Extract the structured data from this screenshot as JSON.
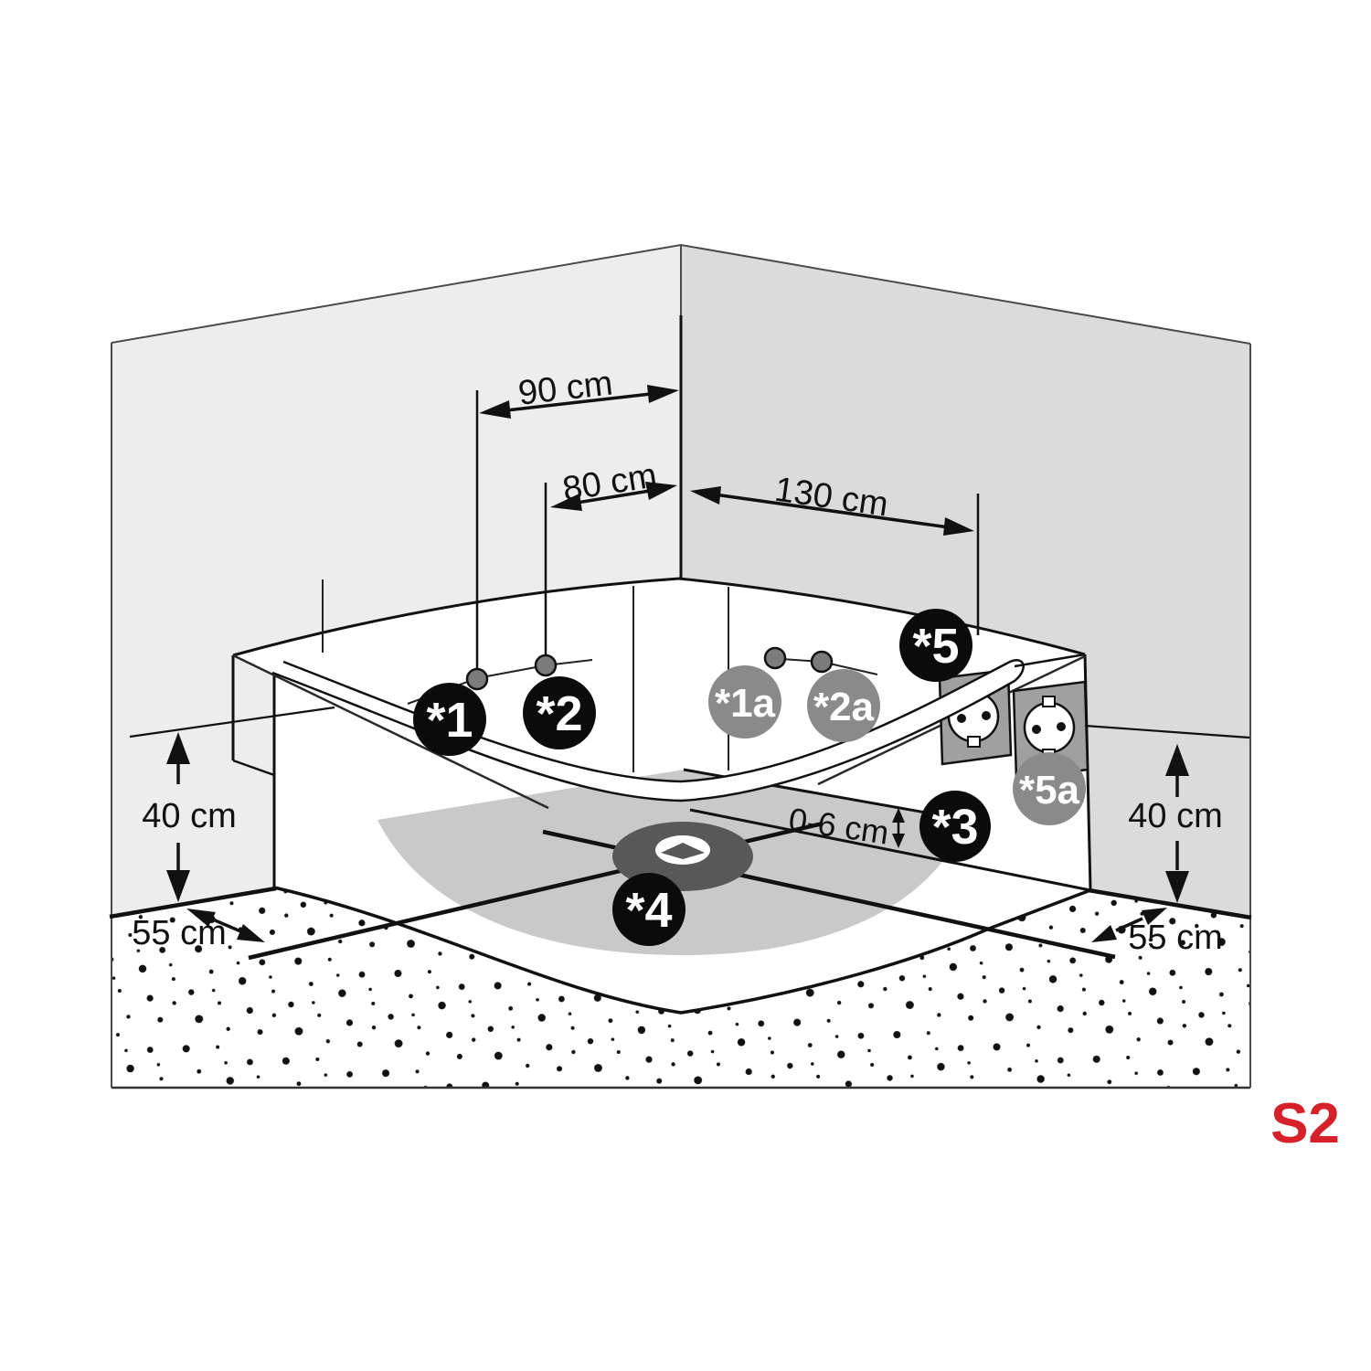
{
  "diagram": {
    "sheet_label": "S2",
    "colors": {
      "wall_left": "#ededed",
      "wall_right": "#dbdbdb",
      "shadow": "#c9c9c9",
      "outlet_gray": "#a0a0a0",
      "drain_gray": "#585858",
      "jet_gray": "#7b7b7b",
      "marker_black": "#0b0b0b",
      "marker_gray": "#8a8a8a",
      "accent_red": "#d6202a"
    },
    "dimensions": {
      "width_90": "90 cm",
      "width_80": "80 cm",
      "width_130": "130 cm",
      "height_left_40": "40 cm",
      "height_right_40": "40 cm",
      "offset_left_55": "55 cm",
      "offset_right_55": "55 cm",
      "gap_0_6": "0-6 cm"
    },
    "markers": {
      "m1": "*1",
      "m2": "*2",
      "m3": "*3",
      "m4": "*4",
      "m5": "*5",
      "m1a": "*1a",
      "m2a": "*2a",
      "m5a": "*5a"
    }
  }
}
